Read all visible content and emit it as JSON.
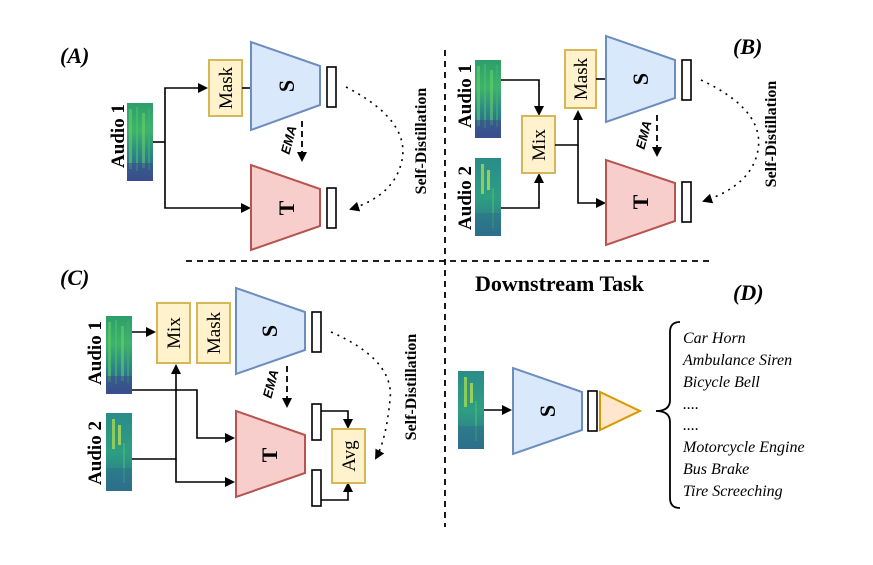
{
  "colors": {
    "student_fill": "#dae8fc",
    "student_stroke": "#6c8ebf",
    "teacher_fill": "#f8cecc",
    "teacher_stroke": "#b85450",
    "op_fill": "#fff2cc",
    "op_stroke": "#d6b656",
    "head_fill": "#ffe6cc",
    "head_stroke": "#d79b00"
  },
  "panels": {
    "A": {
      "label": "(A)",
      "audio1": "Audio 1",
      "mask": "Mask",
      "student": "S",
      "teacher": "T",
      "ema": "EMA",
      "distill": "Self-Distillation"
    },
    "B": {
      "label": "(B)",
      "audio1": "Audio 1",
      "audio2": "Audio 2",
      "mix": "Mix",
      "mask": "Mask",
      "student": "S",
      "teacher": "T",
      "ema": "EMA",
      "distill": "Self-Distillation"
    },
    "C": {
      "label": "(C)",
      "audio1": "Audio 1",
      "audio2": "Audio 2",
      "mix": "Mix",
      "mask": "Mask",
      "student": "S",
      "teacher": "T",
      "avg": "Avg",
      "ema": "EMA",
      "distill": "Self-Distillation"
    },
    "D": {
      "label": "(D)",
      "title": "Downstream Task",
      "student": "S",
      "classes": [
        "Car Horn",
        "Ambulance Siren",
        "Bicycle Bell",
        "....",
        "....",
        "Motorcycle Engine",
        "Bus Brake",
        "Tire Screeching"
      ]
    }
  },
  "icons": [
    "spectrogram-icon"
  ]
}
